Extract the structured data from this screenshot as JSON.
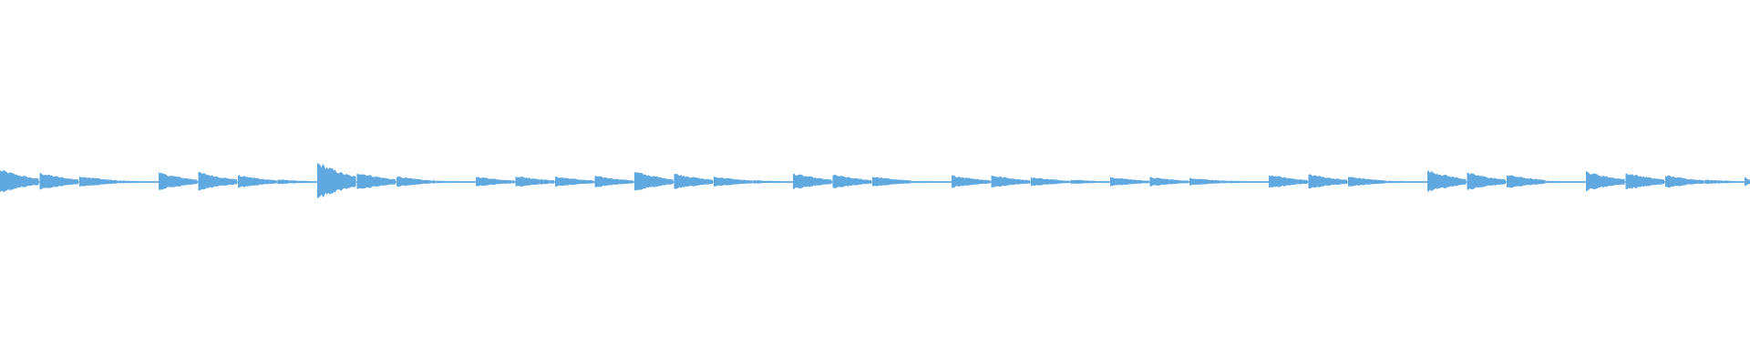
{
  "waveform": {
    "color": "#5fa8e0",
    "segments": [
      {
        "notes": [
          1.0,
          0.75,
          0.5,
          0.12
        ]
      },
      {
        "notes": [
          0.75,
          0.8,
          0.55,
          0.2
        ]
      },
      {
        "notes": [
          1.6,
          0.8,
          0.45,
          0.1
        ]
      },
      {
        "notes": [
          0.45,
          0.5,
          0.45,
          0.5
        ]
      },
      {
        "notes": [
          0.85,
          0.7,
          0.45,
          0.15
        ]
      },
      {
        "notes": [
          0.7,
          0.6,
          0.45,
          0.1
        ]
      },
      {
        "notes": [
          0.55,
          0.55,
          0.4,
          0.2
        ]
      },
      {
        "notes": [
          0.4,
          0.4,
          0.35,
          0.1
        ]
      },
      {
        "notes": [
          0.6,
          0.65,
          0.45,
          0.1
        ]
      },
      {
        "notes": [
          0.95,
          0.75,
          0.6,
          0.1
        ]
      },
      {
        "notes": [
          0.85,
          0.75,
          0.55,
          0.2
        ]
      },
      {
        "notes": [
          0.45
        ]
      }
    ]
  }
}
